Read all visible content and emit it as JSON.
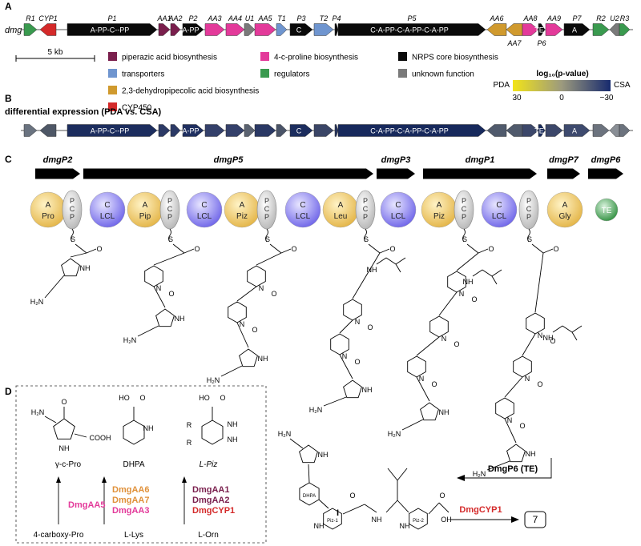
{
  "panels": {
    "a": "A",
    "b": "B",
    "c": "C",
    "d": "D"
  },
  "cluster": {
    "name": "dmg",
    "genes": [
      {
        "label": "R1",
        "inner": "",
        "color": "#3a9a4f"
      },
      {
        "label": "CYP1",
        "inner": "",
        "color": "#d42a2a"
      },
      {
        "label": "P1",
        "inner": "A-PP-C--PP",
        "color": "#0a0a0a"
      },
      {
        "label": "AA1",
        "inner": "",
        "color": "#7a1f4d"
      },
      {
        "label": "AA2",
        "inner": "",
        "color": "#7a1f4d"
      },
      {
        "label": "P2",
        "inner": "A-PP",
        "color": "#0a0a0a"
      },
      {
        "label": "AA3",
        "inner": "",
        "color": "#e33a9a"
      },
      {
        "label": "AA4",
        "inner": "",
        "color": "#e33a9a"
      },
      {
        "label": "U1",
        "inner": "",
        "color": "#7a7a7a"
      },
      {
        "label": "AA5",
        "inner": "",
        "color": "#e33a9a"
      },
      {
        "label": "T1",
        "inner": "",
        "color": "#6f95cf"
      },
      {
        "label": "P3",
        "inner": "C",
        "color": "#0a0a0a"
      },
      {
        "label": "T2",
        "inner": "",
        "color": "#6f95cf"
      },
      {
        "label": "P4",
        "inner": "",
        "color": "#0a0a0a"
      },
      {
        "label": "P5",
        "inner": "C-A-PP-C-A-PP-C-A-PP",
        "color": "#0a0a0a"
      },
      {
        "label": "AA6",
        "inner": "",
        "color": "#d09a2e"
      },
      {
        "label": "AA7",
        "inner": "",
        "color": "#d09a2e"
      },
      {
        "label": "AA8",
        "inner": "",
        "color": "#e33a9a"
      },
      {
        "label": "P6",
        "inner": "TE",
        "color": "#0a0a0a"
      },
      {
        "label": "AA9",
        "inner": "",
        "color": "#e33a9a"
      },
      {
        "label": "P7",
        "inner": "A",
        "color": "#0a0a0a"
      },
      {
        "label": "R2",
        "inner": "",
        "color": "#3a9a4f"
      },
      {
        "label": "U2",
        "inner": "",
        "color": "#7a7a7a"
      },
      {
        "label": "R3",
        "inner": "",
        "color": "#3a9a4f"
      }
    ],
    "scale_label": "5 kb",
    "legend": [
      {
        "label": "piperazic acid biosynthesis",
        "color": "#7a1f4d"
      },
      {
        "label": "transporters",
        "color": "#6f95cf"
      },
      {
        "label": "2,3-dehydropipecolic acid biosynthesis",
        "color": "#d09a2e"
      },
      {
        "label": "CYP450",
        "color": "#d42a2a"
      },
      {
        "label": "4-c-proline biosynthesis",
        "color": "#e33a9a"
      },
      {
        "label": "regulators",
        "color": "#3a9a4f"
      },
      {
        "label": "NRPS core biosynthesis",
        "color": "#0a0a0a"
      },
      {
        "label": "unknown function",
        "color": "#7a7a7a"
      }
    ],
    "colorbar": {
      "title": "log₁₀(p-value)",
      "left_label": "PDA",
      "right_label": "CSA",
      "ticks": [
        "30",
        "0",
        "−30"
      ],
      "colors": [
        "#f2e418",
        "#9c9a7e",
        "#172a6e"
      ]
    }
  },
  "diff_expr": {
    "title": "differential expression (PDA vs. CSA)",
    "gene_colors": [
      "#6a7380",
      "#4e5766",
      "#1c2d5e",
      "#2c3a66",
      "#2c3a66",
      "#1f2f60",
      "#34406a",
      "#34406a",
      "#5a6270",
      "#2a3864",
      "#4a5468",
      "#1c2d5e",
      "#3a4566",
      "#26345e",
      "#17295c",
      "#505a6c",
      "#505a6c",
      "#3c476a",
      "#1a2c5e",
      "#3c476a",
      "#3e4a6e",
      "#6c737e",
      "#8a8f96",
      "#6c737e"
    ]
  },
  "nrps": {
    "genes": [
      "dmgP2",
      "dmgP5",
      "dmgP3",
      "dmgP1",
      "dmgP7",
      "dmgP6"
    ],
    "domains": [
      {
        "type": "A",
        "sub": "Pro"
      },
      {
        "type": "PCP",
        "sub": ""
      },
      {
        "type": "C",
        "sub": "LCL"
      },
      {
        "type": "A",
        "sub": "Pip"
      },
      {
        "type": "PCP",
        "sub": ""
      },
      {
        "type": "C",
        "sub": "LCL"
      },
      {
        "type": "A",
        "sub": "Piz"
      },
      {
        "type": "PCP",
        "sub": ""
      },
      {
        "type": "C",
        "sub": "LCL"
      },
      {
        "type": "A",
        "sub": "Leu"
      },
      {
        "type": "PCP",
        "sub": ""
      },
      {
        "type": "C",
        "sub": "LCL"
      },
      {
        "type": "A",
        "sub": "Piz"
      },
      {
        "type": "PCP",
        "sub": ""
      },
      {
        "type": "C",
        "sub": "LCL"
      },
      {
        "type": "PCP",
        "sub": ""
      },
      {
        "type": "A",
        "sub": "Gly"
      },
      {
        "type": "TE",
        "sub": ""
      }
    ],
    "release_enzyme": "DmgP6 (TE)",
    "tailoring_enzyme": "DmgCYP1",
    "compound_numeral": "I",
    "final_product": "7",
    "chem_labels": {
      "nh2": "H₂N",
      "nh": "NH",
      "n": "N",
      "s": "S",
      "o": "O",
      "oh": "OH",
      "dhpa": "DHPA",
      "piz1": "Piz-1",
      "piz2": "Piz-2"
    }
  },
  "precursors": {
    "products": [
      "γ-c-Pro",
      "DHPA",
      "L-Piz"
    ],
    "starting": [
      "4-carboxy-Pro",
      "L-Lys",
      "L-Orn"
    ],
    "enzyme_groups": [
      [
        {
          "name": "DmgAA5",
          "color": "#e33a9a"
        }
      ],
      [
        {
          "name": "DmgAA6",
          "color": "#e0913a"
        },
        {
          "name": "DmgAA7",
          "color": "#e0913a"
        },
        {
          "name": "DmgAA3",
          "color": "#e33a9a"
        }
      ],
      [
        {
          "name": "DmgAA1",
          "color": "#7a1f4d"
        },
        {
          "name": "DmgAA2",
          "color": "#7a1f4d"
        },
        {
          "name": "DmgCYP1",
          "color": "#d42a2a"
        }
      ]
    ],
    "chem_labels": {
      "h2n": "H₂N",
      "cooh": "COOH",
      "nh": "NH",
      "n": "N",
      "ho": "HO",
      "o": "O",
      "r": "R"
    }
  }
}
